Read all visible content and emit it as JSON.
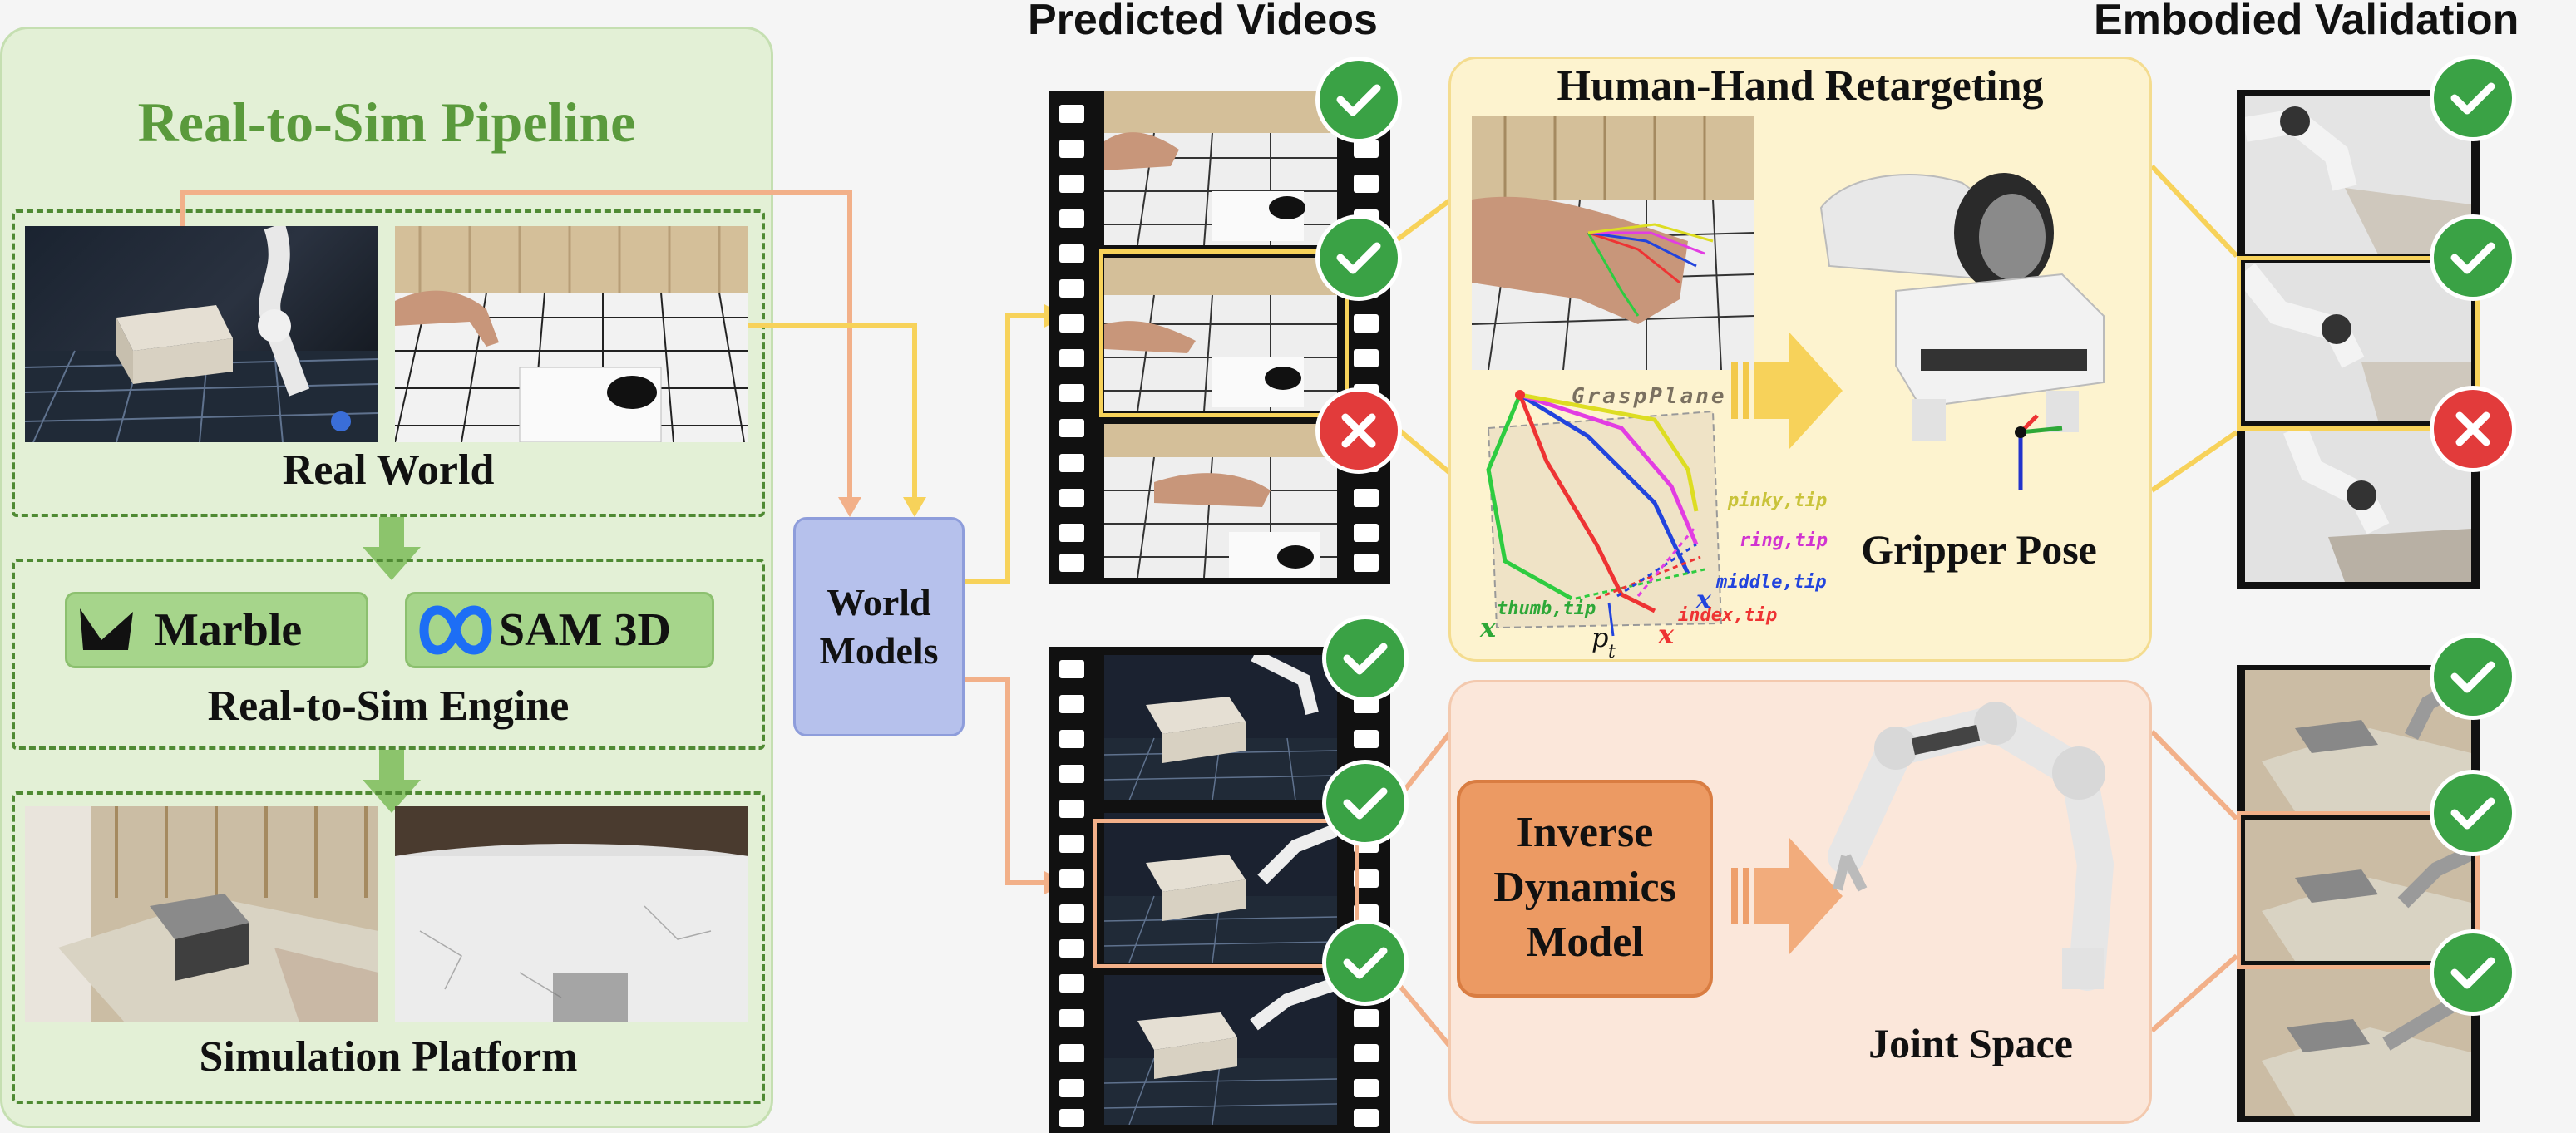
{
  "headings": {
    "predicted_videos": "Predicted Videos",
    "embodied_validation": "Embodied Validation"
  },
  "pipeline": {
    "title": "Real-to-Sim Pipeline",
    "real_world": "Real World",
    "engine_label": "Real-to-Sim Engine",
    "marble": "Marble",
    "sam3d": "SAM 3D",
    "simulation": "Simulation Platform"
  },
  "world_models": {
    "line1": "World",
    "line2": "Models"
  },
  "retargeting": {
    "title": "Human-Hand Retargeting",
    "grasp_plane": "GraspPlane",
    "gripper_pose": "Gripper Pose",
    "labels": {
      "pinky": "pinky,tip",
      "ring": "ring,tip",
      "middle": "middle,tip",
      "index": "index,tip",
      "thumb": "thumb,tip",
      "p": "p",
      "t": "t",
      "x": "x"
    }
  },
  "idm": {
    "line1": "Inverse",
    "line2": "Dynamics",
    "line3": "Model",
    "joint_space": "Joint Space"
  },
  "status": {
    "top_predicted": [
      "ok",
      "ok",
      "bad"
    ],
    "bottom_predicted": [
      "ok",
      "ok",
      "ok"
    ],
    "top_validation": [
      "ok",
      "ok",
      "bad"
    ],
    "bottom_validation": [
      "ok",
      "ok",
      "ok"
    ]
  },
  "colors": {
    "green_panel": "#e3f0d6",
    "green_title": "#5a9a3c",
    "yellow_panel": "#fdf3cf",
    "peach_panel": "#fbe7da",
    "world_models": "#b6c1ec",
    "idm": "#ec9a63",
    "yellow_arrow": "#f7d25a",
    "peach_arrow": "#f2b089"
  }
}
